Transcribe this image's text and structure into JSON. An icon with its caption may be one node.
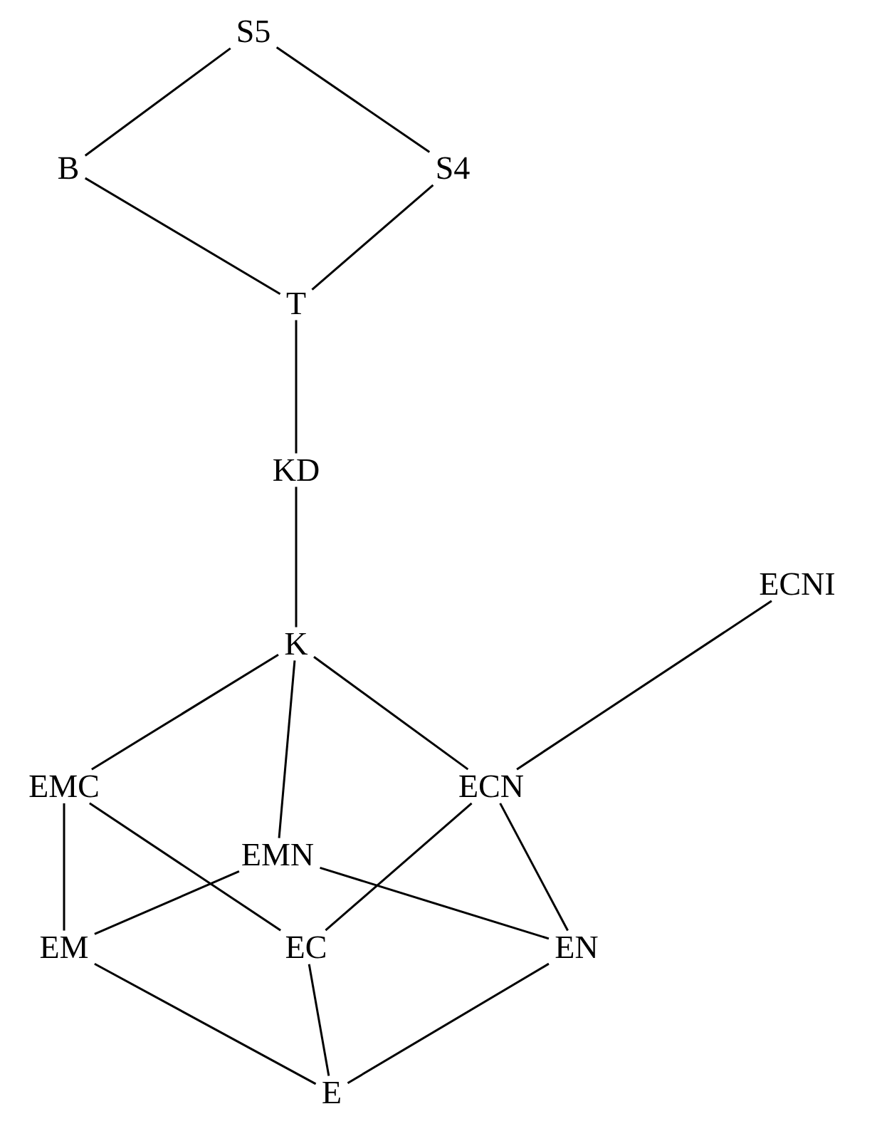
{
  "diagram": {
    "nodes": [
      {
        "text": [
          "S5"
        ]
      },
      {
        "text": [
          "B"
        ]
      },
      {
        "text": [
          "S4"
        ]
      },
      {
        "text": [
          "T"
        ]
      },
      {
        "text": [
          "KD"
        ]
      },
      {
        "text": [
          "K"
        ]
      },
      {
        "text": [
          "ECNI"
        ]
      },
      {
        "text": [
          "EMC"
        ]
      },
      {
        "text": [
          "ECN"
        ]
      },
      {
        "text": [
          "EMN"
        ]
      },
      {
        "text": [
          "EM"
        ]
      },
      {
        "text": [
          "EC"
        ]
      },
      {
        "text": [
          "EN"
        ]
      },
      {
        "text": [
          "E"
        ]
      }
    ],
    "edges": [
      {
        "from": 0,
        "to": 1,
        "arrow": "none"
      },
      {
        "from": 0,
        "to": 2,
        "arrow": "none"
      },
      {
        "from": 1,
        "to": 3,
        "arrow": "none"
      },
      {
        "from": 2,
        "to": 3,
        "arrow": "none"
      },
      {
        "from": 3,
        "to": 4,
        "arrow": "none"
      },
      {
        "from": 4,
        "to": 5,
        "arrow": "none"
      },
      {
        "from": 5,
        "to": 7,
        "arrow": "none"
      },
      {
        "from": 5,
        "to": 9,
        "arrow": "none"
      },
      {
        "from": 5,
        "to": 8,
        "arrow": "none"
      },
      {
        "from": 8,
        "to": 6,
        "arrow": "none"
      },
      {
        "from": 7,
        "to": 10,
        "arrow": "none"
      },
      {
        "from": 7,
        "to": 11,
        "arrow": "none"
      },
      {
        "from": 9,
        "to": 10,
        "arrow": "none"
      },
      {
        "from": 9,
        "to": 12,
        "arrow": "none"
      },
      {
        "from": 8,
        "to": 11,
        "arrow": "none"
      },
      {
        "from": 8,
        "to": 12,
        "arrow": "none"
      },
      {
        "from": 10,
        "to": 13,
        "arrow": "none"
      },
      {
        "from": 11,
        "to": 13,
        "arrow": "none"
      },
      {
        "from": 12,
        "to": 13,
        "arrow": "none"
      }
    ]
  }
}
